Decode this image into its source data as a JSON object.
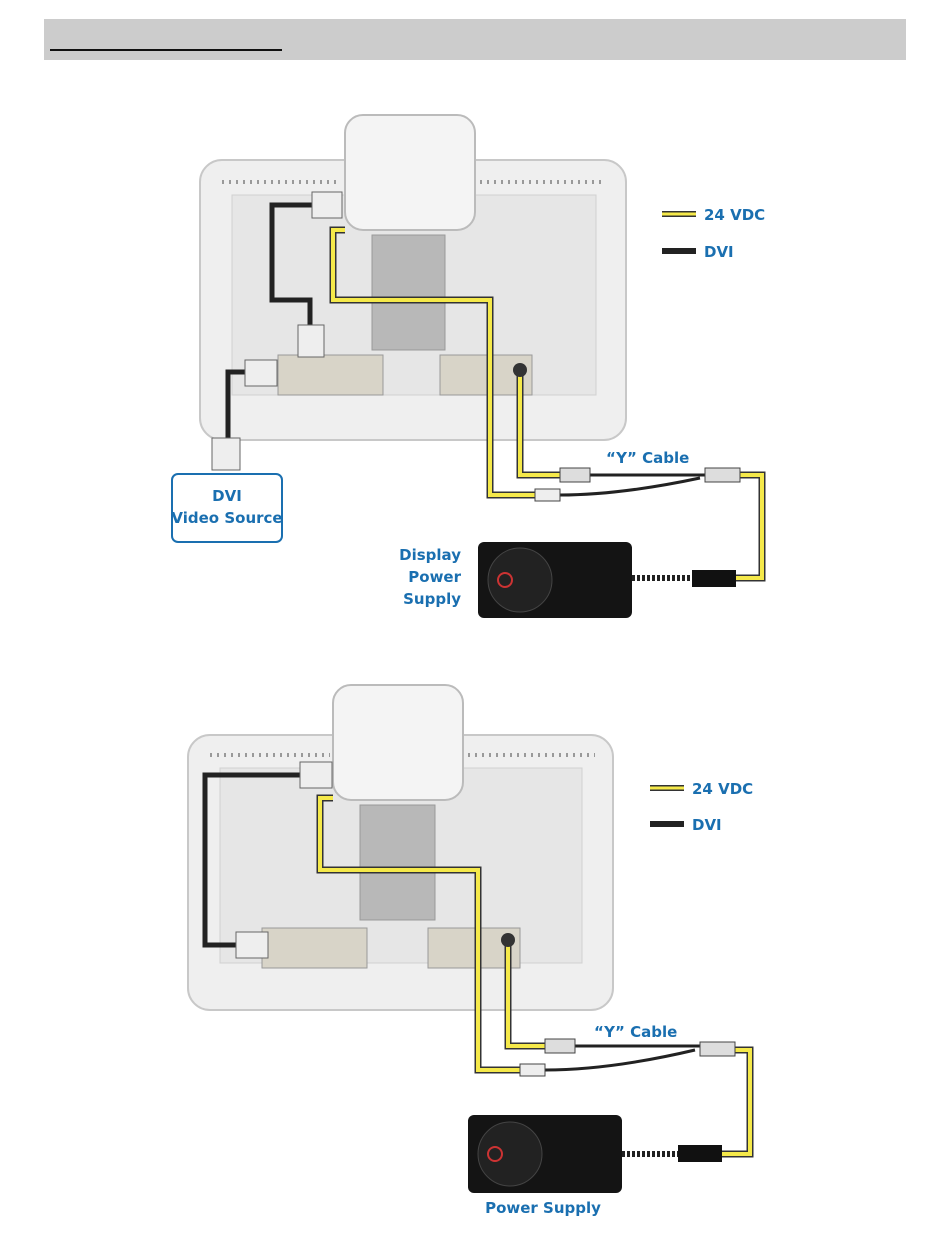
{
  "diagram1": {
    "legend": {
      "power": "24 VDC",
      "dvi": "DVI"
    },
    "y_cable": "“Y” Cable",
    "video_source": [
      "DVI",
      "Video Source"
    ],
    "power_supply": [
      "Display",
      "Power",
      "Supply"
    ]
  },
  "diagram2": {
    "legend": {
      "power": "24 VDC",
      "dvi": "DVI"
    },
    "y_cable": "“Y” Cable",
    "power_supply": "Power Supply"
  },
  "colors": {
    "label": "#1a6fb0",
    "power_cable": "#f5e94a",
    "dvi_cable": "#222222",
    "header": "#cccccc"
  }
}
